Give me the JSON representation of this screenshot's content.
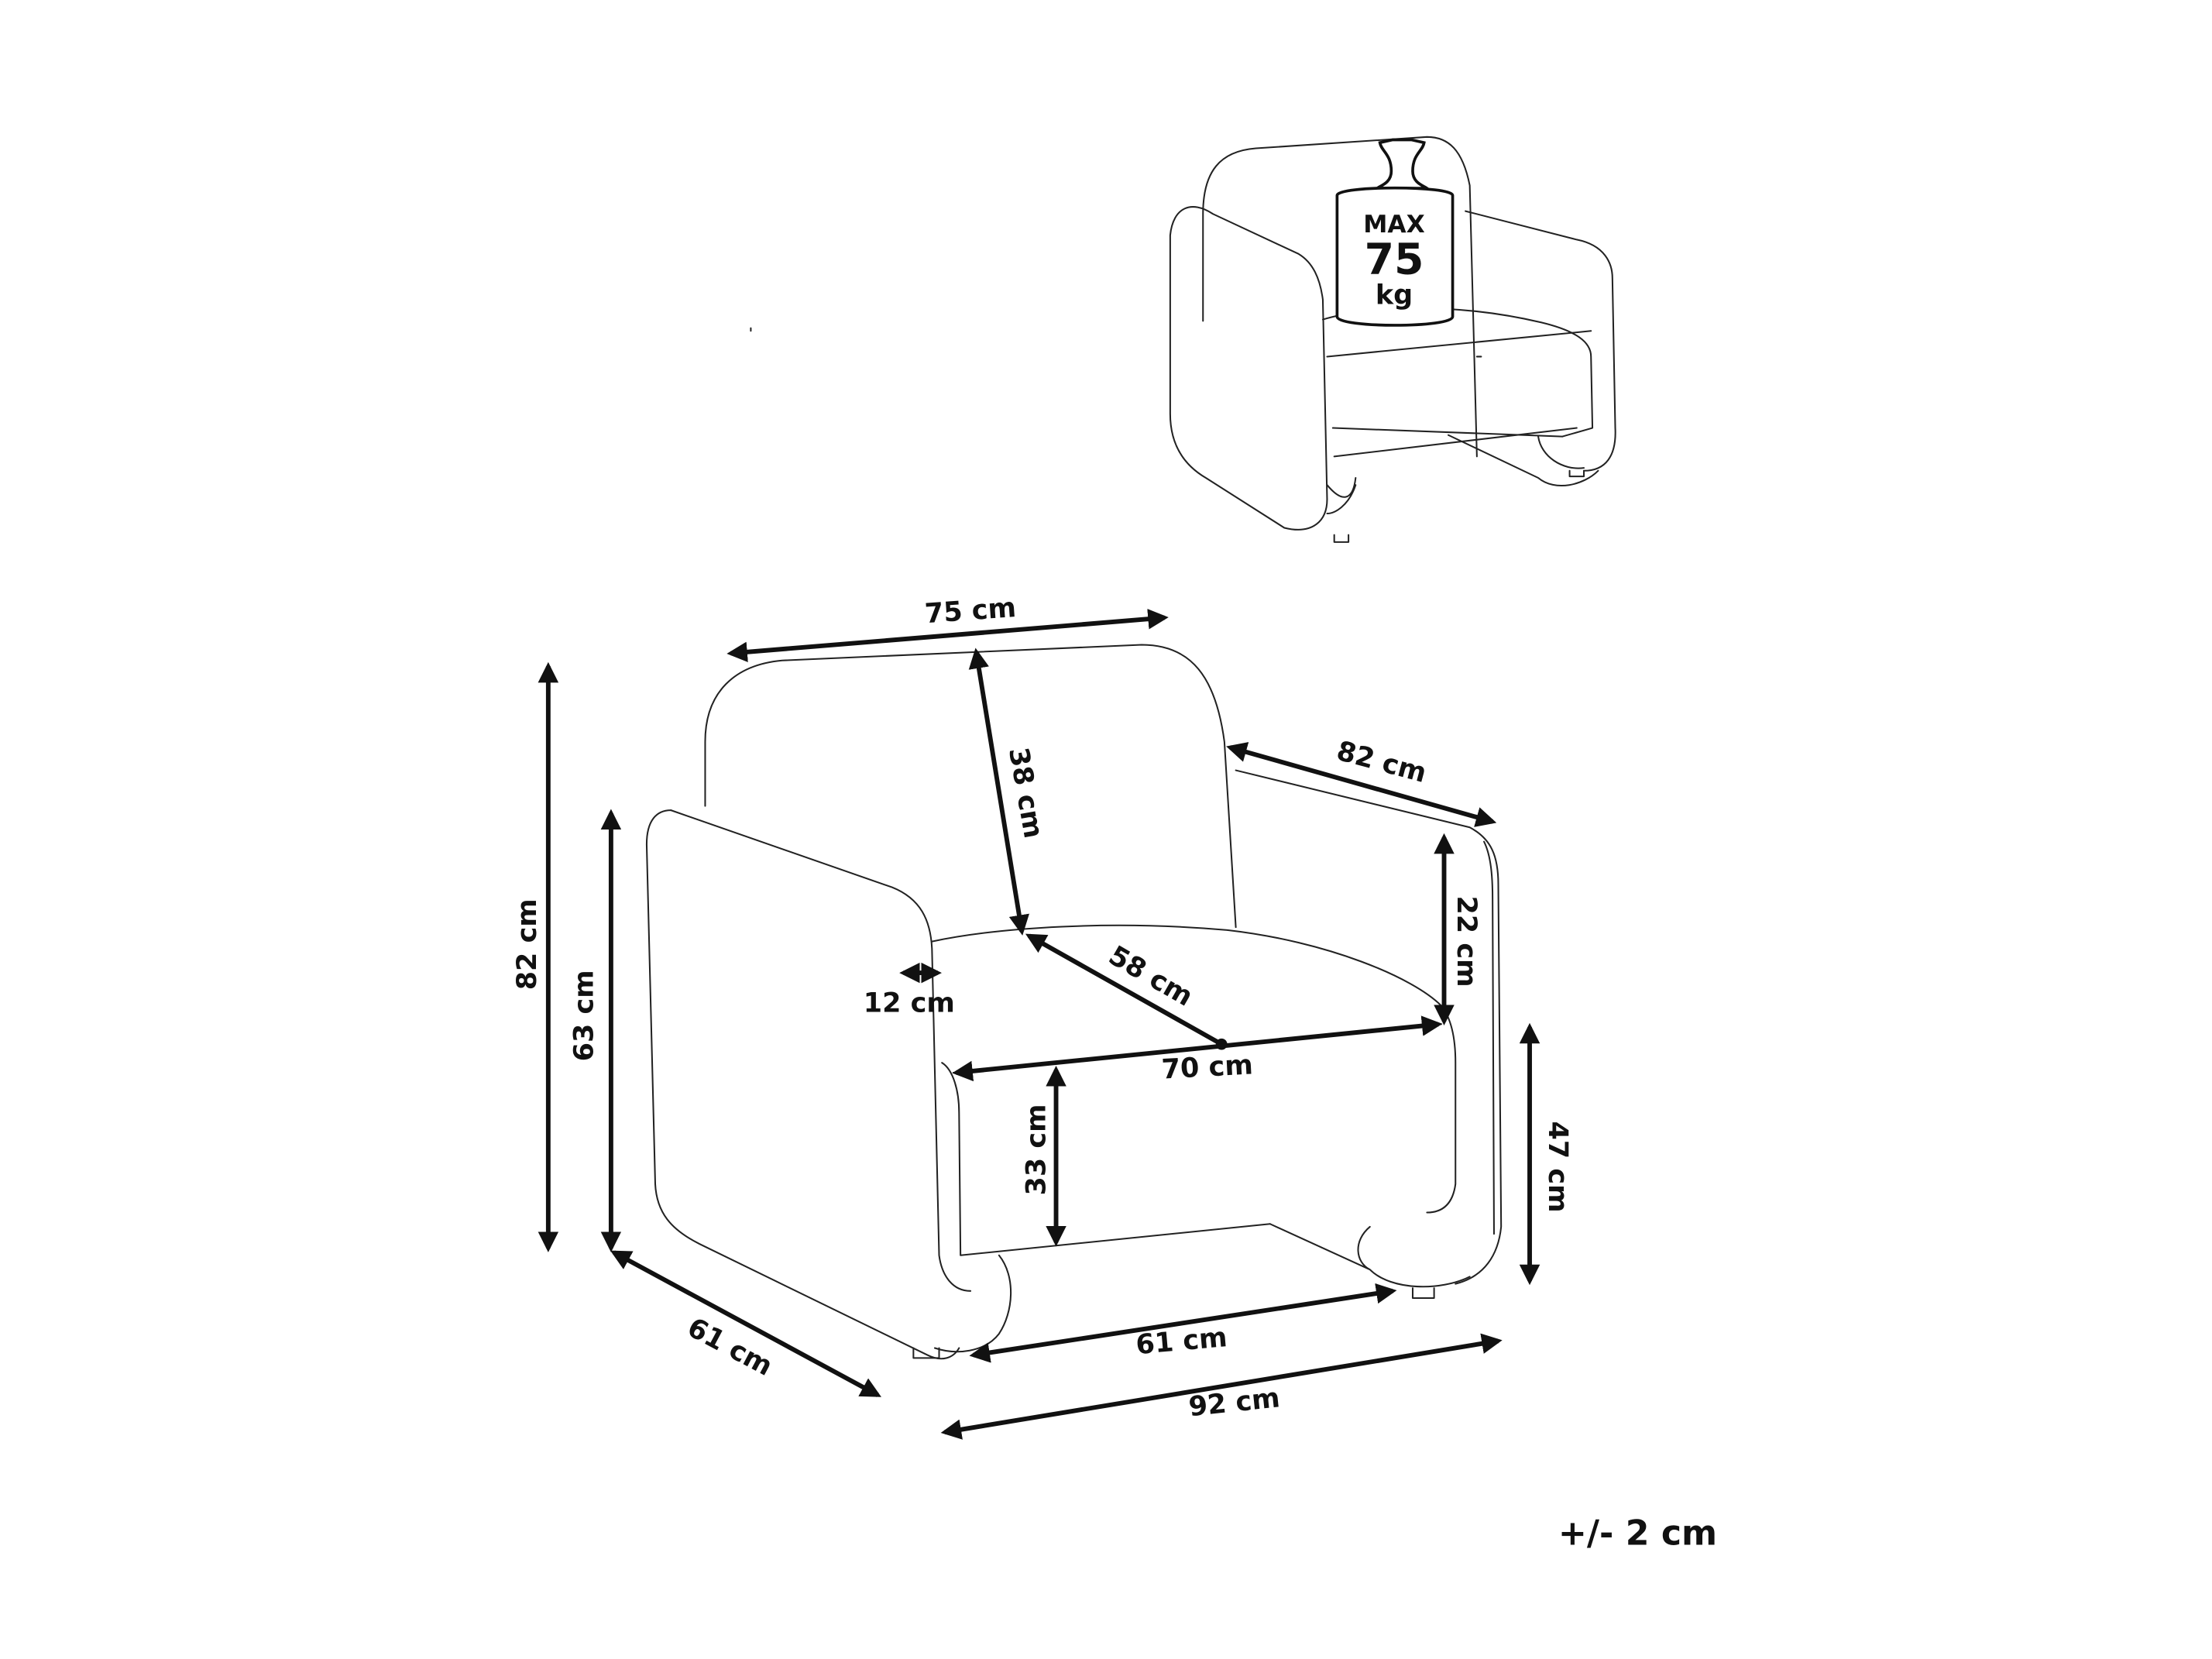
{
  "weight_badge": {
    "line1": "MAX",
    "line2": "75",
    "line3": "kg"
  },
  "dimensions": {
    "back_width": "75 cm",
    "backrest_height": "38 cm",
    "depth_top": "82 cm",
    "armrest_height_above_seat": "22 cm",
    "seat_depth": "58 cm",
    "armrest_width": "12 cm",
    "seat_width": "70 cm",
    "seat_height": "33 cm",
    "arm_height": "47 cm",
    "total_height": "82 cm",
    "arm_front_height": "63 cm",
    "side_depth": "61 cm",
    "front_width": "61 cm",
    "total_width": "92 cm"
  },
  "tolerance": "+/- 2 cm"
}
